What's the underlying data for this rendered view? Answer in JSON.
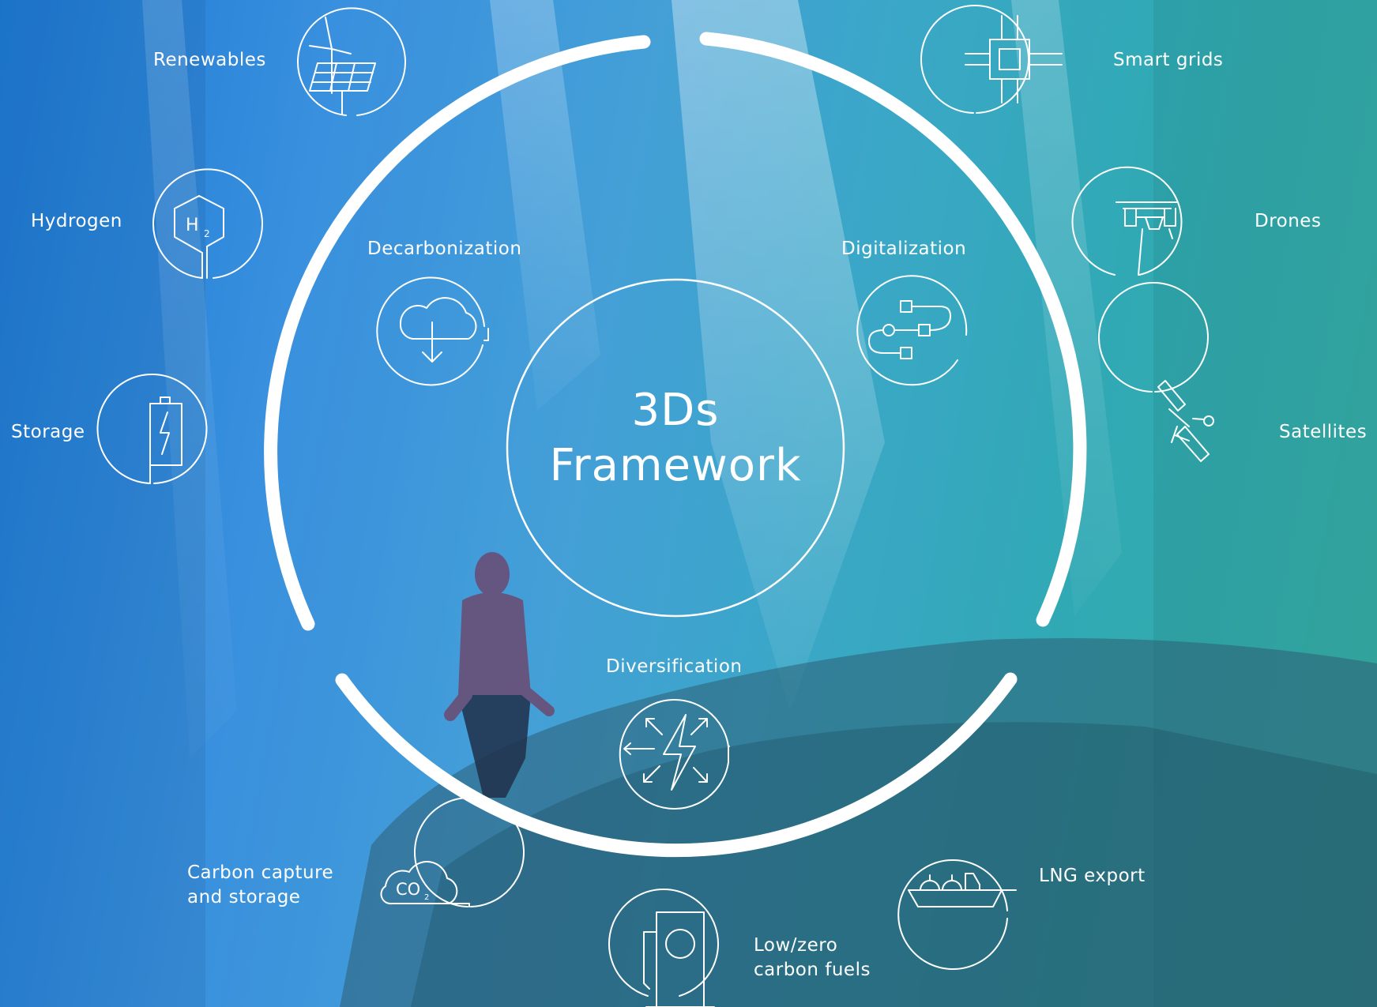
{
  "center": {
    "line1": "3Ds",
    "line2": "Framework"
  },
  "pillars": {
    "decarbonization": "Decarbonization",
    "digitalization": "Digitalization",
    "diversification": "Diversification"
  },
  "items": {
    "renewables": "Renewables",
    "hydrogen": "Hydrogen",
    "storage": "Storage",
    "ccs": [
      "Carbon capture",
      "and storage"
    ],
    "low_zero": [
      "Low/zero",
      "carbon fuels"
    ],
    "lng": "LNG export",
    "smart_grids": "Smart grids",
    "drones": "Drones",
    "satellites": "Satellites"
  },
  "icon_text": {
    "h2_main": "H",
    "h2_sub": "2",
    "co2_main": "CO",
    "co2_sub": "2"
  },
  "icons": [
    "wind-solar-icon",
    "hydrogen-icon",
    "battery-icon",
    "co2-cloud-icon",
    "fuel-pump-icon",
    "lng-ship-icon",
    "chip-icon",
    "drone-icon",
    "satellite-icon",
    "cloud-download-icon",
    "flowchart-icon",
    "lightning-arrows-icon"
  ],
  "colors": {
    "gradient_left": "#1f7fe0",
    "gradient_mid": "#49a8e2",
    "gradient_right": "#3cb8aa",
    "line": "#ffffff"
  }
}
